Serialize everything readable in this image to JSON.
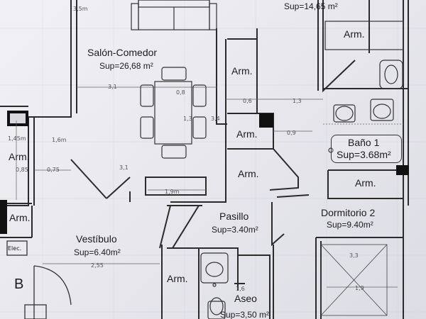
{
  "rooms": {
    "salon": {
      "name": "Salón-Comedor",
      "area": "Sup=26,68 m²"
    },
    "top_room": {
      "area": "Sup=14,65 m²"
    },
    "bano1": {
      "name": "Baño 1",
      "area": "Sup=3.68m²"
    },
    "pasillo": {
      "name": "Pasillo",
      "area": "Sup=3.40m²"
    },
    "dormitorio2": {
      "name": "Dormitorio 2",
      "area": "Sup=9.40m²"
    },
    "vestibulo": {
      "name": "Vestíbulo",
      "area": "Sup=6.40m²"
    },
    "aseo": {
      "name": "Aseo",
      "area": "Sup=3,50 m²"
    }
  },
  "closets": {
    "arm_label": "Arm."
  },
  "symbols": {
    "elec": "Elec.",
    "section_b": "B"
  },
  "dimensions": {
    "d_3_5": "3,5m",
    "d_3_1_a": "3,1",
    "d_0_8": "0,8",
    "d_1_3_a": "1,3",
    "d_3_4": "3,4",
    "d_0_6": "0,6",
    "d_1_3_b": "1,3",
    "d_0_9": "0,9",
    "d_1_45": "1,45m",
    "d_1_6": "1,6m",
    "d_0_85": "0,85",
    "d_0_75": "0,75",
    "d_3_1_b": "3,1",
    "d_1_9": "1,9m",
    "d_2_55": "2,55",
    "d_1_6_b": "1,6",
    "d_3_3": "3,3",
    "d_1_9_b": "1,9"
  }
}
